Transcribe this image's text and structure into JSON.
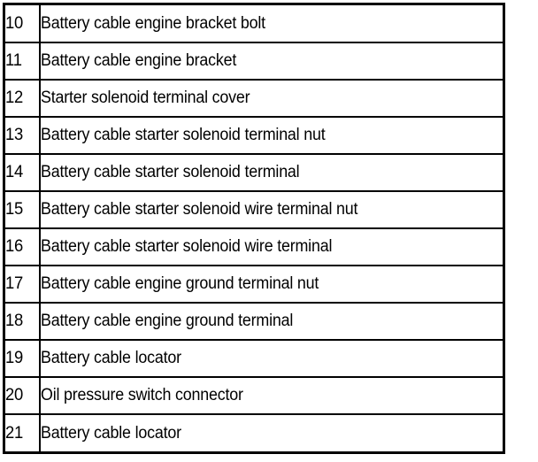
{
  "document": {
    "type": "parts-legend-table",
    "kind": "illustration callout legend",
    "columns": [
      "ref",
      "description"
    ],
    "text_color": "#000000",
    "background_color": "#FFFFFF",
    "border_color": "#000000",
    "row_count": 12,
    "ref_range": "10-21",
    "rendering_note": "scanned bitmap font renders some lowercase i without dots"
  },
  "rows": [
    {
      "ref": "10",
      "description": "Battery cable engine bracket bolt"
    },
    {
      "ref": "11",
      "description": "Battery cable engine bracket"
    },
    {
      "ref": "12",
      "description": "Starter solenoid terminal cover"
    },
    {
      "ref": "13",
      "description": "Battery cable starter solenoid terminal nut"
    },
    {
      "ref": "14",
      "description": "Battery cable starter solenoid terminal"
    },
    {
      "ref": "15",
      "description": "Battery cable starter solenoid wire terminal nut"
    },
    {
      "ref": "16",
      "description": "Battery cable starter solenoid wire terminal"
    },
    {
      "ref": "17",
      "description": "Battery cable engine ground terminal nut"
    },
    {
      "ref": "18",
      "description": "Battery cable engine ground terminal"
    },
    {
      "ref": "19",
      "description": "Battery cable locator"
    },
    {
      "ref": "20",
      "description": "Oil pressure switch connector"
    },
    {
      "ref": "21",
      "description": "Battery cable locator"
    }
  ]
}
